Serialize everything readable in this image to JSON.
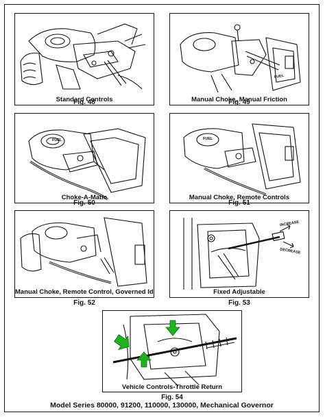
{
  "figures": [
    {
      "caption": "Standard Controls",
      "label": "Fig. 48"
    },
    {
      "caption": "Manual Choke, Manual Friction",
      "label": "Fig. 49",
      "tank_text": "FUEL"
    },
    {
      "caption": "Choke-A-Matic",
      "label": "Fig. 50",
      "tank_text": "FUEL"
    },
    {
      "caption": "Manual Choke, Remote Controls",
      "label": "Fig. 51",
      "tank_text": "FUEL"
    },
    {
      "caption": "Manual Choke, Remote Control, Governed Idle",
      "label": "Fig. 52"
    },
    {
      "caption": "Fixed Adjustable",
      "label": "Fig. 53",
      "increase_text": "INCREASE",
      "decrease_text": "DECREASE"
    },
    {
      "caption": "Vehicle Controls-Throttle Return",
      "label": "Fig. 54"
    }
  ],
  "footer": "Model Series 80000, 91200, 110000, 130000, Mechanical Governor",
  "colors": {
    "arrow": "#1db31d",
    "line": "#111111"
  }
}
